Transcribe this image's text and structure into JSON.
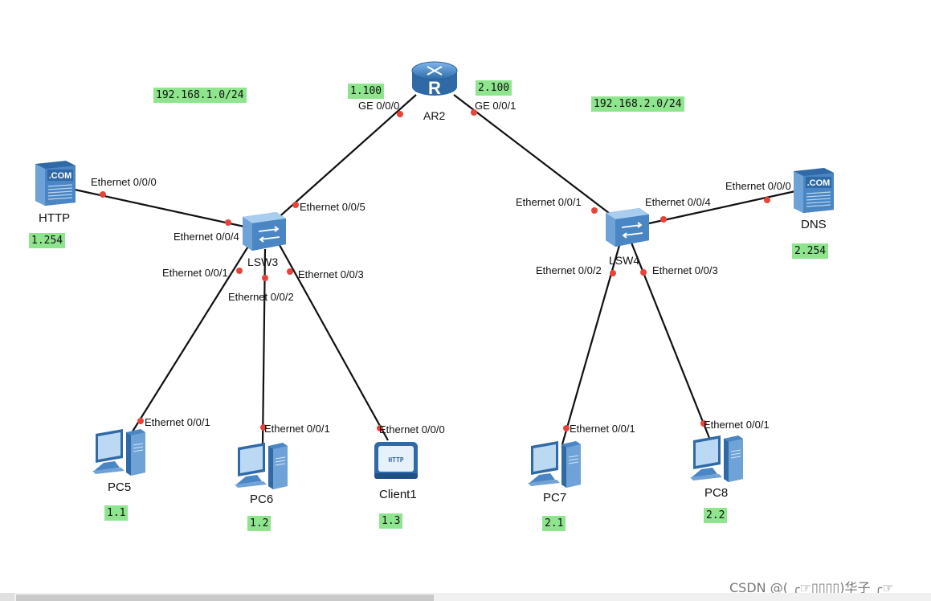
{
  "subnets": {
    "left": "192.168.1.0/24",
    "right": "192.168.2.0/24"
  },
  "router": {
    "name": "AR2",
    "letter": "R",
    "left_ip": "1.100",
    "right_ip": "2.100",
    "port_left": "GE 0/0/0",
    "port_right": "GE 0/0/1"
  },
  "lsw3": {
    "name": "LSW3",
    "p5": "Ethernet 0/0/5",
    "p4": "Ethernet 0/0/4",
    "p1": "Ethernet 0/0/1",
    "p2": "Ethernet 0/0/2",
    "p3": "Ethernet 0/0/3"
  },
  "lsw4": {
    "name": "LSW4",
    "p1": "Ethernet 0/0/1",
    "p4": "Ethernet 0/0/4",
    "p2": "Ethernet 0/0/2",
    "p3": "Ethernet 0/0/3"
  },
  "http_server": {
    "name": "HTTP",
    "ip": "1.254",
    "port": "Ethernet 0/0/0",
    "badge": ".COM"
  },
  "dns_server": {
    "name": "DNS",
    "ip": "2.254",
    "port": "Ethernet 0/0/0",
    "badge": ".COM"
  },
  "pc5": {
    "name": "PC5",
    "ip": "1.1",
    "port": "Ethernet 0/0/1"
  },
  "pc6": {
    "name": "PC6",
    "ip": "1.2",
    "port": "Ethernet 0/0/1"
  },
  "client1": {
    "name": "Client1",
    "ip": "1.3",
    "port": "Ethernet 0/0/0",
    "screen_text": "HTTP"
  },
  "pc7": {
    "name": "PC7",
    "ip": "2.1",
    "port": "Ethernet 0/0/1"
  },
  "pc8": {
    "name": "PC8",
    "ip": "2.2",
    "port": "Ethernet 0/0/1"
  },
  "watermark": "CSDN @( ╭☞▯▯▯▯)华子 ╭☞",
  "colors": {
    "link": "#111111",
    "port_dot": "#e8433a",
    "ip_tag": "#8ee58e",
    "device_blue": "#3f78b8"
  }
}
